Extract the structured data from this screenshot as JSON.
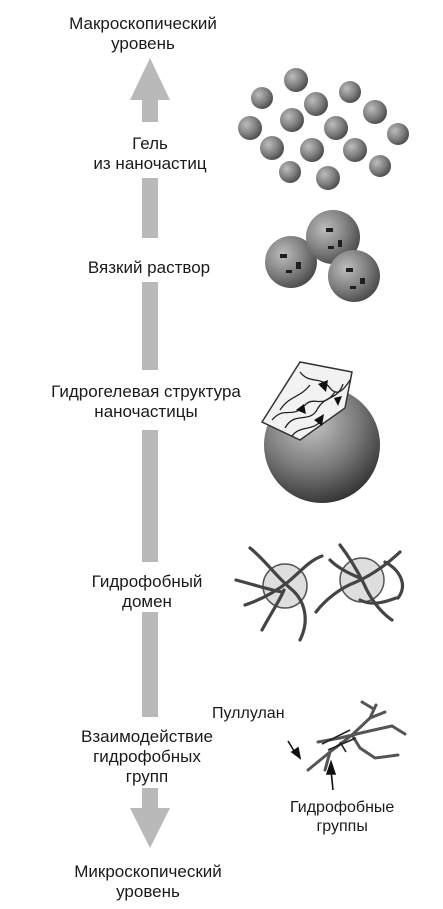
{
  "levels": {
    "macro": [
      "Макроскопический",
      "уровень"
    ],
    "gel": [
      "Гель",
      "из наночастиц"
    ],
    "viscous": [
      "Вязкий раствор"
    ],
    "hydrogel": [
      "Гидрогелевая структура",
      "наночастицы"
    ],
    "domain": [
      "Гидрофобный",
      "домен"
    ],
    "interaction": [
      "Взаимодействие",
      "гидрофобных",
      "групп"
    ],
    "micro": [
      "Микроскопический",
      "уровень"
    ]
  },
  "annotations": {
    "pullulan": "Пуллулан",
    "hydrophobic_groups": [
      "Гидрофобные",
      "группы"
    ]
  },
  "colors": {
    "arrow": "#b9b9b9",
    "particle": "#7d7d7d",
    "text": "#1a1a1a"
  }
}
